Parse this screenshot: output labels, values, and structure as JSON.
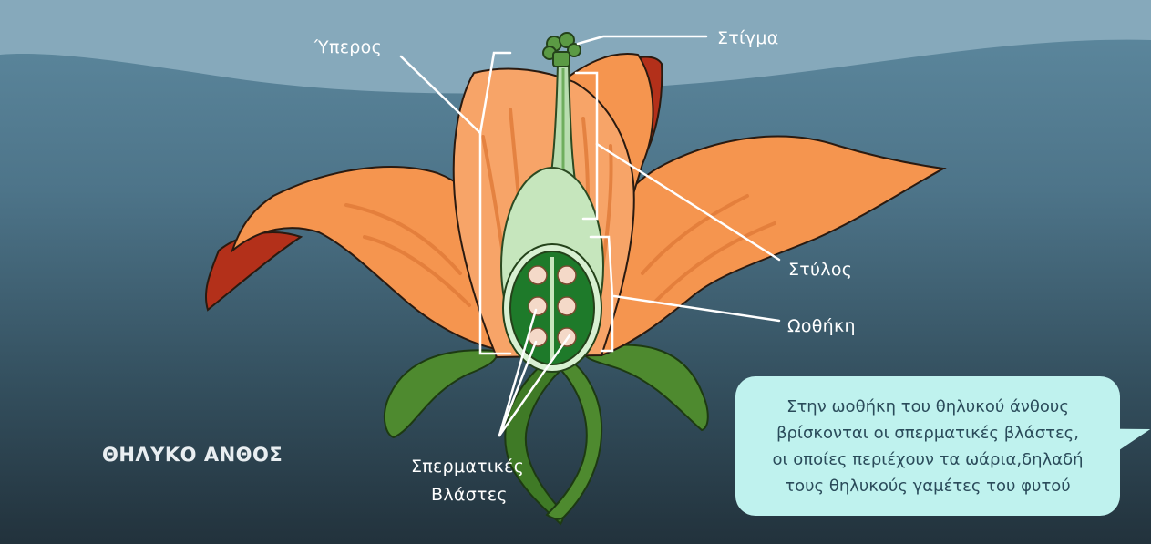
{
  "title": "ΘΗΛΥΚΟ ΑΝΘΟΣ",
  "labels": {
    "ypers": "Ύπερος",
    "stigma": "Στίγμα",
    "stylos": "Στύλος",
    "oothiki": "Ωοθήκη",
    "blastes_line1": "Σπερματικές",
    "blastes_line2": "Βλάστες"
  },
  "info_bubble": {
    "lines": [
      "Στην ωοθήκη του θηλυκού άνθους",
      "βρίσκονται οι σπερματικές βλάστες,",
      "οι οποίες περιέχουν τα ωάρια,δηλαδή",
      "τους θηλυκούς γαμέτες του φυτού"
    ]
  },
  "colors": {
    "petal": "#f5954f",
    "petal_dark": "#a82a14",
    "leaf": "#4e8a2f",
    "ovary": "#1e7a2a",
    "style": "#b8ddb0",
    "bubble": "#bff2ee",
    "bubble_text": "#2a4b5a"
  }
}
